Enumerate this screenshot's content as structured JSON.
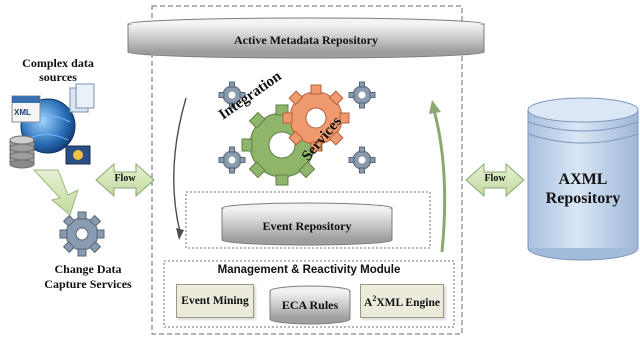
{
  "left": {
    "sources_label_line1": "Complex data",
    "sources_label_line2": "sources",
    "xml_icon_text": "XML",
    "capture_label_line1": "Change Data",
    "capture_label_line2": "Capture Services"
  },
  "flow_left": "Flow",
  "flow_right": "Flow",
  "main": {
    "repository_title": "Active Metadata Repository",
    "integration_word": "Integration",
    "services_word": "Services",
    "event_repository": "Event Repository",
    "module_title": "Management & Reactivity Module",
    "event_mining": "Event Mining",
    "eca_rules": "ECA Rules",
    "engine_prefix": "A",
    "engine_sup": "2",
    "engine_suffix": "XML Engine"
  },
  "right": {
    "axml_line1": "AXML",
    "axml_line2": "Repository"
  },
  "colors": {
    "cylinder_blue": "#bcd0e8",
    "gear_green": "#8fb56a",
    "gear_orange": "#e58a5e",
    "gear_blue_gray": "#8a9bb0",
    "arrow_green": "#d6e8b8"
  }
}
